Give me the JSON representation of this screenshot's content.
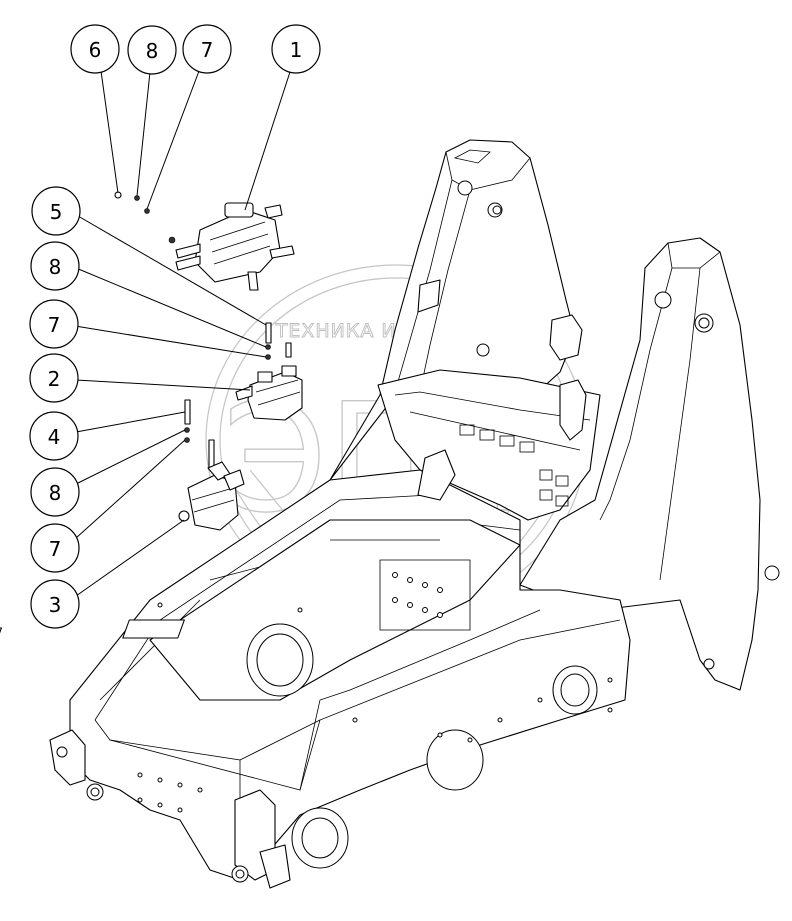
{
  "callouts": [
    {
      "label": "6"
    },
    {
      "label": "8"
    },
    {
      "label": "7"
    },
    {
      "label": "1"
    },
    {
      "label": "5"
    },
    {
      "label": "8"
    },
    {
      "label": "7"
    },
    {
      "label": "2"
    },
    {
      "label": "4"
    },
    {
      "label": "8"
    },
    {
      "label": "7"
    },
    {
      "label": "3"
    }
  ],
  "watermark": {
    "text": "ТЕХНИКА И ЗАПЧАСТИ",
    "logo_text": "ЭПФ"
  },
  "colors": {
    "line": "#000000",
    "background": "#ffffff",
    "watermark": "#c4c4c4"
  }
}
